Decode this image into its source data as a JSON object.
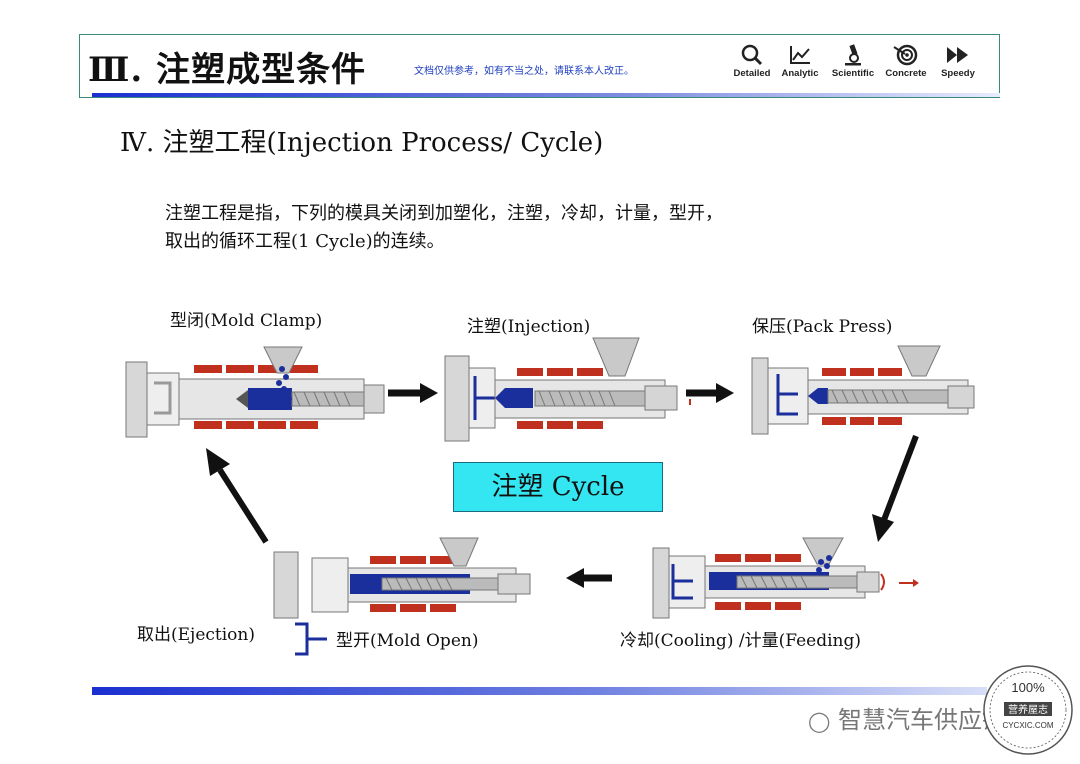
{
  "header": {
    "title": "Ⅲ. 注塑成型条件",
    "disclaimer": "文档仅供参考，如有不当之处，请联系本人改正。",
    "badges": [
      {
        "label": "Detailed",
        "icon": "magnifier-icon"
      },
      {
        "label": "Analytic",
        "icon": "line-chart-icon"
      },
      {
        "label": "Scientific",
        "icon": "microscope-icon"
      },
      {
        "label": "Concrete",
        "icon": "target-icon"
      },
      {
        "label": "Speedy",
        "icon": "fast-forward-icon"
      }
    ]
  },
  "section_title": "Ⅳ. 注塑工程(Injection Process/ Cycle)",
  "description": {
    "line1": "注塑工程是指，下列的模具关闭到加塑化，注塑，冷却，计量，型开，",
    "line2": "取出的循环工程(1 Cycle)的连续。"
  },
  "stages": {
    "mold_clamp": "型闭(Mold Clamp)",
    "injection": "注塑(Injection)",
    "pack_press": "保压(Pack Press)",
    "cooling_feeding": "冷却(Cooling) /计量(Feeding)",
    "mold_open": "型开(Mold Open)",
    "ejection": "取出(Ejection)"
  },
  "cycle_label": "注塑 Cycle",
  "watermark": "智慧汽车供应链",
  "stamp": {
    "top": "100%",
    "mid": "营养屋志",
    "bottom": "CYCXIC.COM"
  },
  "colors": {
    "resin": "#1b2f9c",
    "heater": "#c0301e",
    "cycle_box": "#33e6f2",
    "accent": "#1a2fd0"
  }
}
